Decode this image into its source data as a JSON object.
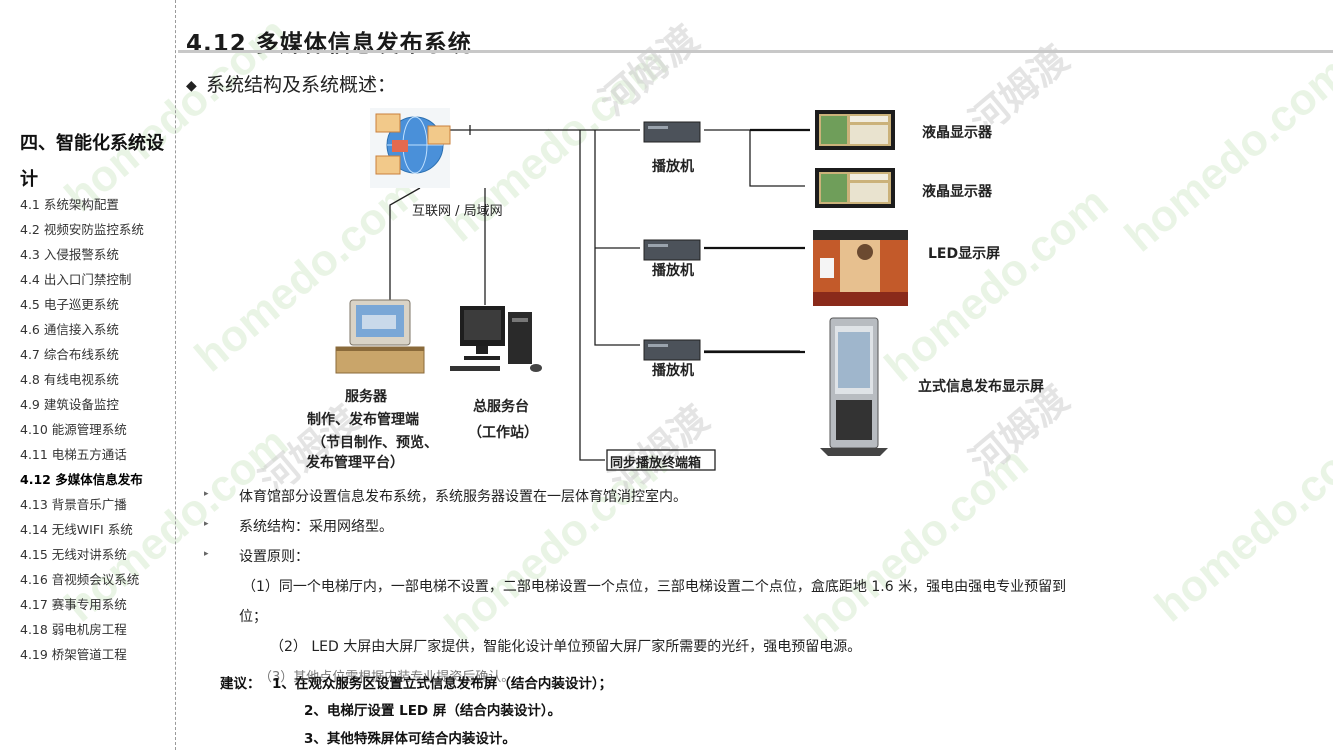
{
  "header": {
    "title": "4.12  多媒体信息发布系统",
    "subtitle": "系统结构及系统概述："
  },
  "sidebar": {
    "section_title": "四、智能化系统设计",
    "items": [
      "4.1  系统架构配置",
      "4.2   视频安防监控系统",
      "4.3   入侵报警系统",
      "4.4   出入口门禁控制",
      "4.5   电子巡更系统",
      "4.6   通信接入系统",
      "4.7   综合布线系统",
      "4.8   有线电视系统",
      "4.9  建筑设备监控",
      "4.10  能源管理系统",
      "4.11  电梯五方通话",
      "4.12  多媒体信息发布",
      "4.13  背景音乐广播",
      "4.14  无线WIFI 系统",
      "4.15  无线对讲系统",
      "4.16  音视频会议系统",
      "4.17  赛事专用系统",
      "4.18  弱电机房工程",
      "4.19  桥架管道工程"
    ],
    "active_index": 11
  },
  "diagram": {
    "network_label": "互联网 / 局域网",
    "player_label": "播放机",
    "lcd_label": "液晶显示器",
    "led_label": "LED显示屏",
    "kiosk_label": "立式信息发布显示屏",
    "server_label": "服务器",
    "server_desc1": "制作、发布管理端",
    "server_desc2": "（节目制作、预览、",
    "server_desc3": "发布管理平台）",
    "workstation_label": "总服务台",
    "workstation_desc": "（工作站）",
    "terminal_label": "同步播放终端箱"
  },
  "body": {
    "line1": "体育馆部分设置信息发布系统，系统服务器设置在一层体育馆消控室内。",
    "line2": "系统结构：采用网络型。",
    "line3": "设置原则：",
    "line4": "（1）同一个电梯厅内，一部电梯不设置，二部电梯设置一个点位，三部电梯设置二个点位，盒底距地 1.6 米，强电由强电专业预留到",
    "line4b": "位；",
    "line5": "（2） LED 大屏由大屏厂家提供，智能化设计单位预留大屏厂家所需要的光纤，强电预留电源。",
    "line6": "（3）其他点位需根据内装专业提资后确认。"
  },
  "recommendation": {
    "prefix": "建议：",
    "r1": "1、在观众服务区设置立式信息发布屏（结合内装设计）；",
    "r2": "2、电梯厅设置 LED 屏（结合内装设计）。",
    "r3": "3、其他特殊屏体可结合内装设计。"
  },
  "watermark": {
    "en": "homedo.com",
    "cn": "河姆渡"
  }
}
